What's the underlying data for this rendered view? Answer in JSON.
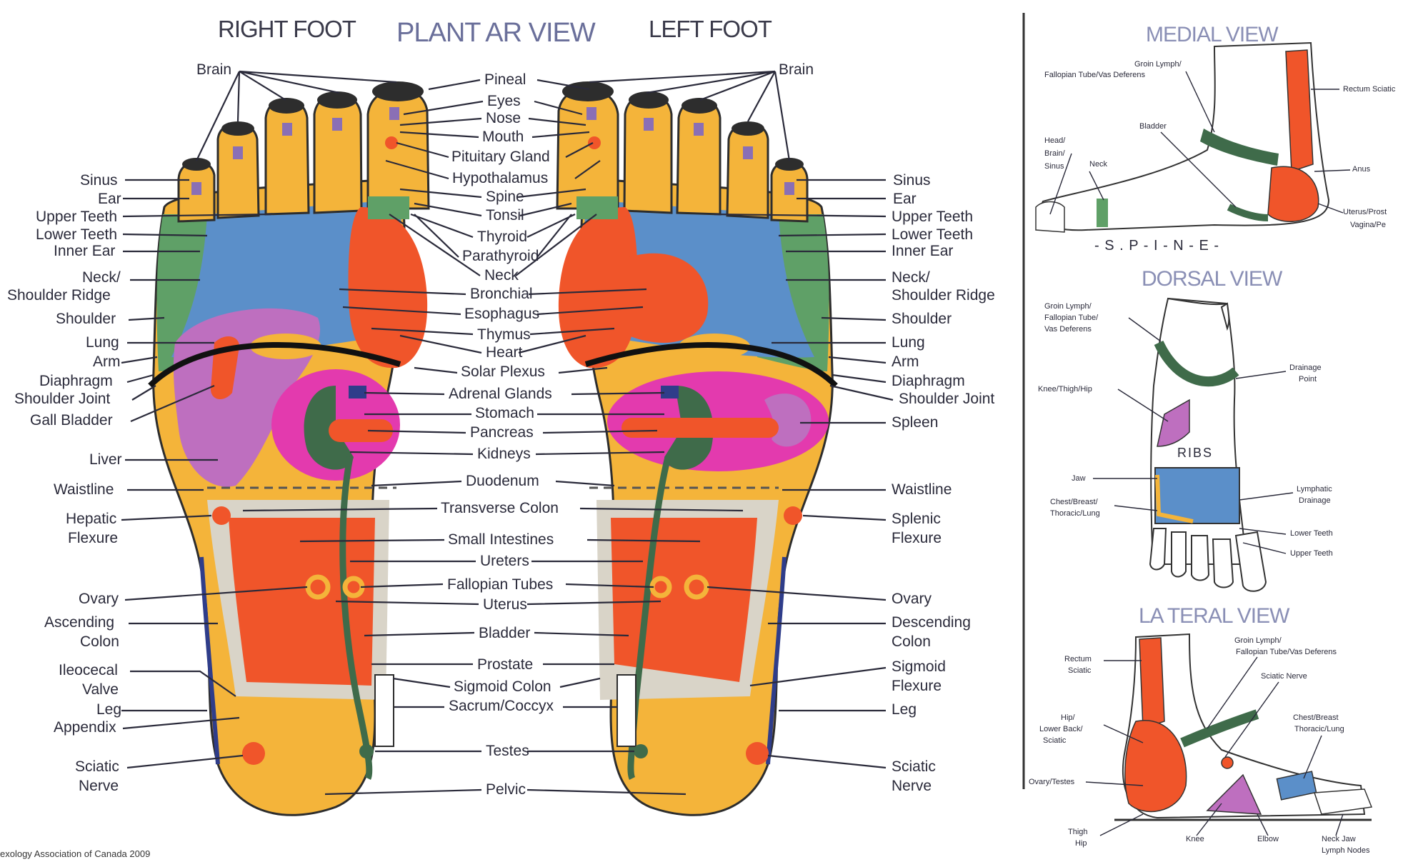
{
  "titles": {
    "right_foot": "RIGHT FOOT",
    "plantar": "PLANT  AR VIEW",
    "left_foot": "LEFT FOOT",
    "medial": "MEDIAL  VIEW",
    "dorsal": "DORSAL  VIEW",
    "lateral": "LA TERAL  VIEW"
  },
  "left_labels": {
    "brain": "Brain",
    "sinus": "Sinus",
    "ear": "Ear",
    "upper_teeth": "Upper Teeth",
    "lower_teeth": "Lower Teeth",
    "inner_ear": "Inner Ear",
    "neck_1": "Neck/",
    "neck_2": "Shoulder Ridge",
    "shoulder": "Shoulder",
    "lung": "Lung",
    "arm": "Arm",
    "diaphragm": "Diaphragm",
    "shoulder_joint": "Shoulder Joint",
    "gall_bladder": "Gall Bladder",
    "liver": "Liver",
    "waistline": "Waistline",
    "hepatic_1": "Hepatic",
    "hepatic_2": "Flexure",
    "ovary": "Ovary",
    "ascending_1": "Ascending",
    "ascending_2": "Colon",
    "ileocecal_1": "Ileocecal",
    "ileocecal_2": "Valve",
    "leg": "Leg",
    "appendix": "Appendix",
    "sciatic_1": "Sciatic",
    "sciatic_2": "Nerve"
  },
  "center_labels": {
    "pineal": "Pineal",
    "eyes": "Eyes",
    "nose": "Nose",
    "mouth": "Mouth",
    "pituitary": "Pituitary Gland",
    "hypothalamus": "Hypothalamus",
    "spine": "Spine",
    "tonsil": "Tonsil",
    "thyroid": "Thyroid",
    "parathyroid": "Parathyroid",
    "neck": "Neck",
    "bronchial": "Bronchial",
    "esophagus": "Esophagus",
    "thymus": "Thymus",
    "heart": "Heart",
    "solar_plexus": "Solar Plexus",
    "adrenal": "Adrenal Glands",
    "stomach": "Stomach",
    "pancreas": "Pancreas",
    "kidneys": "Kidneys",
    "duodenum": "Duodenum",
    "transverse": "Transverse Colon",
    "small_intestines": "Small Intestines",
    "ureters": "Ureters",
    "fallopian": "Fallopian Tubes",
    "uterus": "Uterus",
    "bladder": "Bladder",
    "prostate": "Prostate",
    "sigmoid_colon": "Sigmoid Colon",
    "sacrum": "Sacrum/Coccyx",
    "testes": "Testes",
    "pelvic": "Pelvic"
  },
  "right_labels": {
    "brain": "Brain",
    "sinus": "Sinus",
    "ear": "Ear",
    "upper_teeth": "Upper Teeth",
    "lower_teeth": "Lower Teeth",
    "inner_ear": "Inner Ear",
    "neck_1": "Neck/",
    "neck_2": "Shoulder Ridge",
    "shoulder": "Shoulder",
    "lung": "Lung",
    "arm": "Arm",
    "diaphragm": "Diaphragm",
    "shoulder_joint": "Shoulder Joint",
    "spleen": "Spleen",
    "waistline": "Waistline",
    "splenic_1": "Splenic",
    "splenic_2": "Flexure",
    "ovary": "Ovary",
    "descending_1": "Descending",
    "descending_2": "Colon",
    "sigmoid_1": "Sigmoid",
    "sigmoid_2": "Flexure",
    "leg": "Leg",
    "sciatic_1": "Sciatic",
    "sciatic_2": "Nerve"
  },
  "medial_labels": {
    "groin_1": "Groin Lymph/",
    "groin_2": "Fallopian Tube/Vas Deferens",
    "rectum": "Rectum Sciatic",
    "bladder": "Bladder",
    "head_1": "Head/",
    "head_2": "Brain/",
    "head_3": "Sinus",
    "neck": "Neck",
    "anus": "Anus",
    "uterus_1": "Uterus/Prost",
    "uterus_2": "Vagina/Pe",
    "spine": "- S . P - I - N - E -"
  },
  "dorsal_labels": {
    "groin_1": "Groin Lymph/",
    "groin_2": "Fallopian Tube/",
    "groin_3": "Vas Deferens",
    "drainage_1": "Drainage",
    "drainage_2": "Point",
    "knee": "Knee/Thigh/Hip",
    "ribs": "RIBS",
    "jaw": "Jaw",
    "chest_1": "Chest/Breast/",
    "chest_2": "Thoracic/Lung",
    "lymphatic_1": "Lymphatic",
    "lymphatic_2": "Drainage",
    "lower_teeth": "Lower Teeth",
    "upper_teeth": "Upper Teeth"
  },
  "lateral_labels": {
    "rectum_1": "Rectum",
    "rectum_2": "Sciatic",
    "groin_1": "Groin Lymph/",
    "groin_2": "Fallopian Tube/Vas Deferens",
    "sciatic_nerve": "Sciatic Nerve",
    "hip_1": "Hip/",
    "hip_2": "Lower Back/",
    "hip_3": "Sciatic",
    "chest_1": "Chest/Breast",
    "chest_2": "Thoracic/Lung",
    "ovary": "Ovary/Testes",
    "thigh_1": "Thigh",
    "thigh_2": "Hip",
    "knee": "Knee",
    "elbow": "Elbow",
    "neck_1": "Neck Jaw",
    "neck_2": "Lymph Nodes"
  },
  "footer": "exology Association of Canada 2009",
  "colors": {
    "yellow": "#F4B43A",
    "orange": "#F0552A",
    "blue": "#5B8FC9",
    "green": "#5FA067",
    "purple": "#BE6FBF",
    "magenta": "#E33AAE",
    "darkgreen": "#3F6B4A",
    "cream": "#D9D4C8",
    "navy": "#2F3D8A"
  }
}
